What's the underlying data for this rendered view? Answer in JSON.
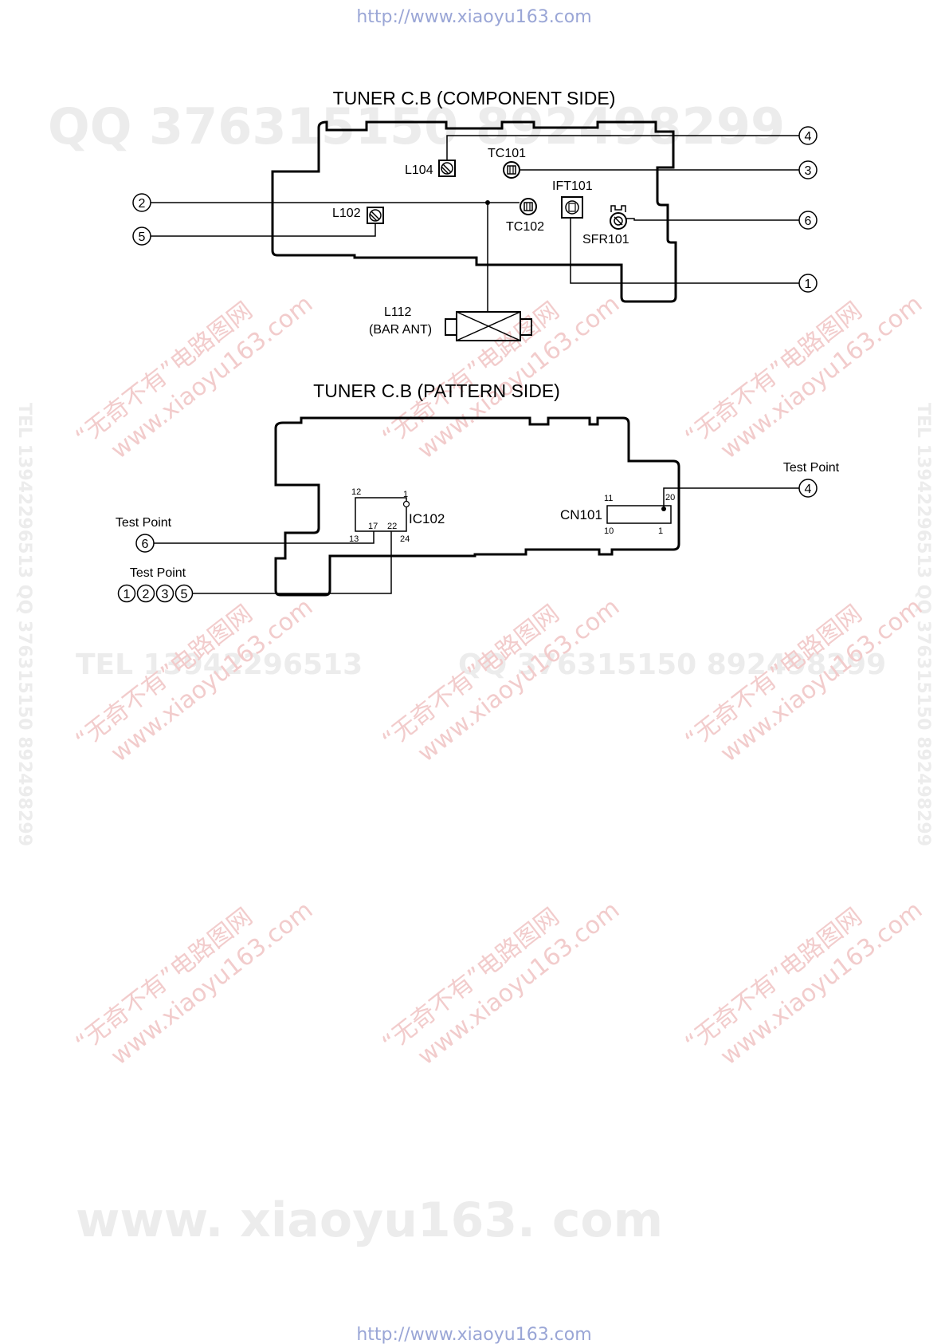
{
  "header_url": "http://www.xiaoyu163.com",
  "footer_url": "http://www.xiaoyu163.com",
  "watermarks": {
    "top_qq": "QQ 376315150  892498299",
    "middle_tel": "TEL 13942296513",
    "middle_qq": "QQ 376315150  892498299",
    "bottom_site": "www. xiaoyu163. com",
    "diagonal_cn": "“无奇不有”电路图网",
    "diagonal_url": "www.xiaoyu163.com",
    "side_text": "TEL 13942296513  QQ 376315150  892498299"
  },
  "component_side": {
    "title": "TUNER  C.B (COMPONENT  SIDE)",
    "parts": {
      "L104": "L104",
      "TC101": "TC101",
      "IFT101": "IFT101",
      "L102": "L102",
      "TC102": "TC102",
      "SFR101": "SFR101",
      "L112": "L112",
      "bar_ant": "(BAR ANT)"
    },
    "terminals": [
      "4",
      "3",
      "2",
      "6",
      "5",
      "1"
    ]
  },
  "pattern_side": {
    "title": "TUNER  C.B (PATTERN  SIDE)",
    "ic_label": "IC102",
    "ic_pins": [
      "12",
      "1",
      "17",
      "22",
      "13",
      "24"
    ],
    "cn_label": "CN101",
    "cn_pins": [
      "11",
      "20",
      "10",
      "1"
    ],
    "test_point_label": "Test Point",
    "terminals": [
      "4",
      "6",
      "1",
      "2",
      "3",
      "5"
    ]
  }
}
